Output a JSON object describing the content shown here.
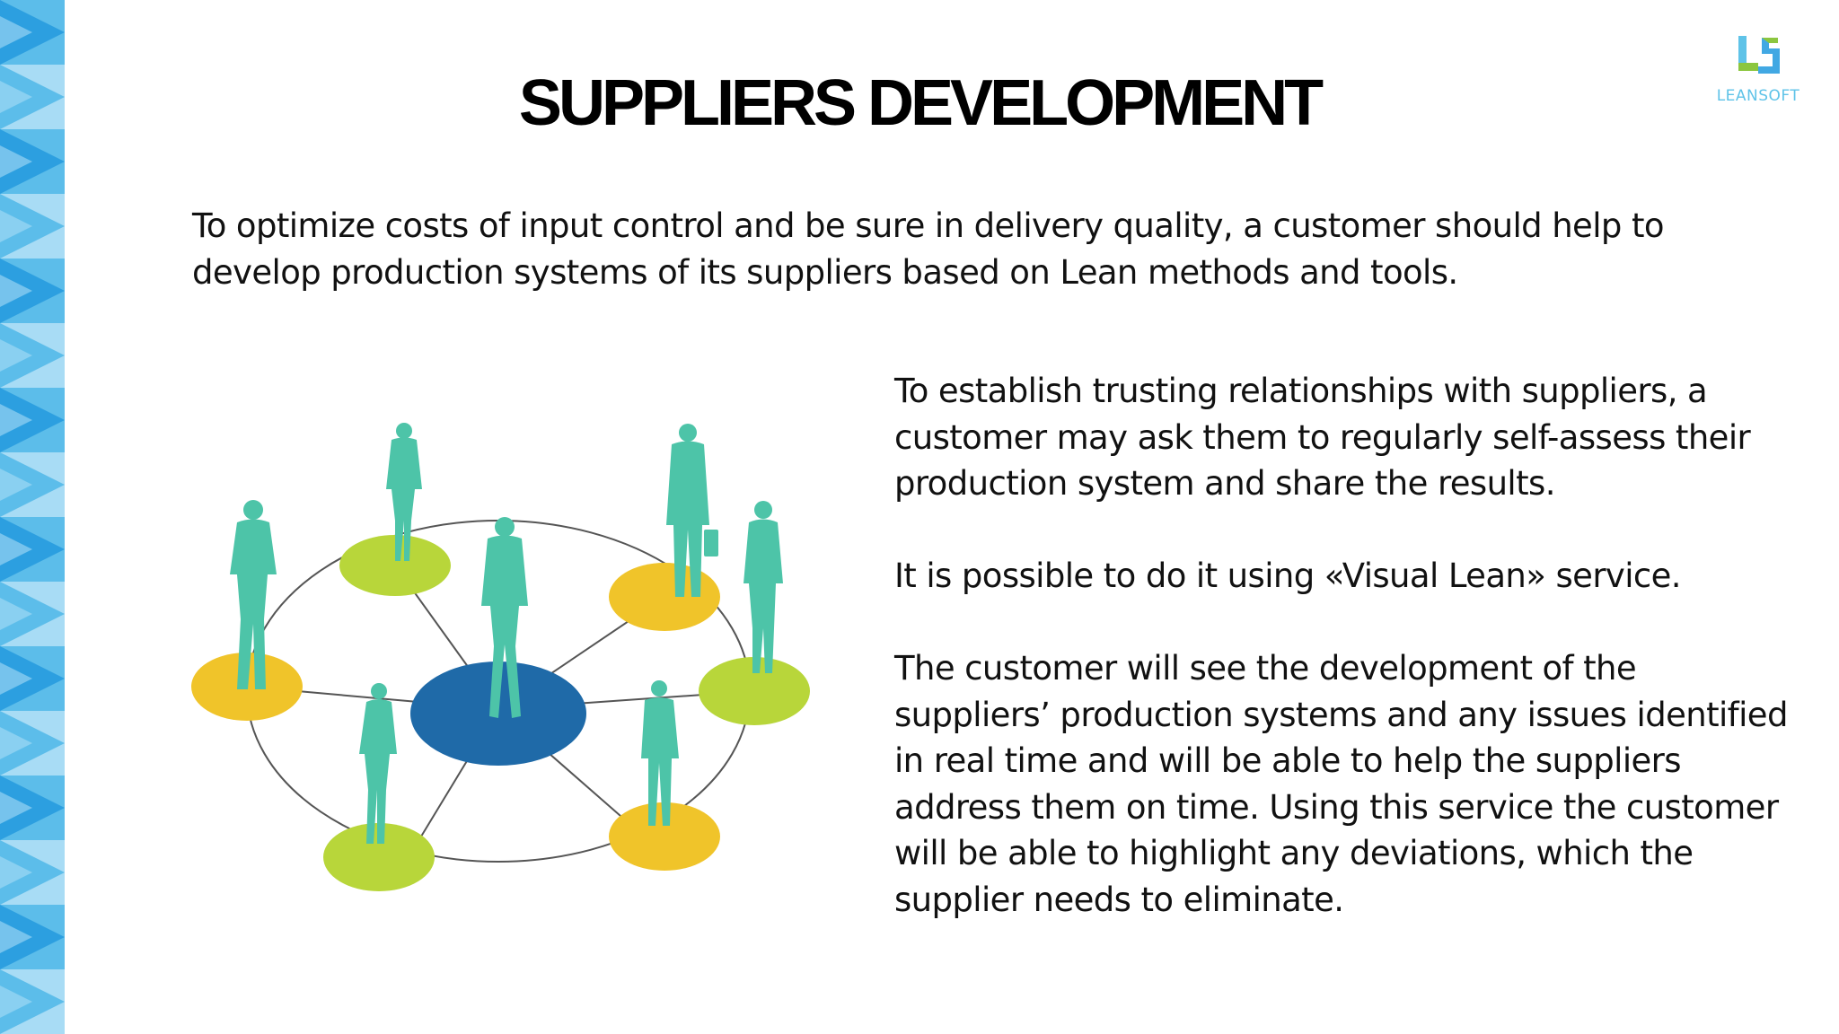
{
  "slide": {
    "title": "SUPPLIERS DEVELOPMENT",
    "intro": "To optimize costs of input control and be sure in delivery quality, a customer should help to develop production systems of its suppliers based on Lean methods and tools.",
    "paragraphs": [
      "To establish trusting relationships with suppliers, a customer may ask them to regularly self-assess their production system and share the results.",
      "It is possible to do it using «Visual Lean» service.",
      "The customer will see the development of the suppliers’ production systems and any issues identified in real time and will be able to help the suppliers address them on time. Using this service the customer will be able to highlight any deviations, which the supplier needs to eliminate."
    ]
  },
  "logo": {
    "text": "LEANSOFT"
  },
  "colors": {
    "strip_light": "#a8dcf5",
    "strip_mid": "#5cbdea",
    "strip_dark": "#2c9fe0",
    "hub": "#1f6aa8",
    "node_yellow": "#f0c42a",
    "node_green": "#b8d63a",
    "figure": "#4dc4a8",
    "logo_blue": "#5fc3e8",
    "logo_green": "#8cc63f"
  }
}
